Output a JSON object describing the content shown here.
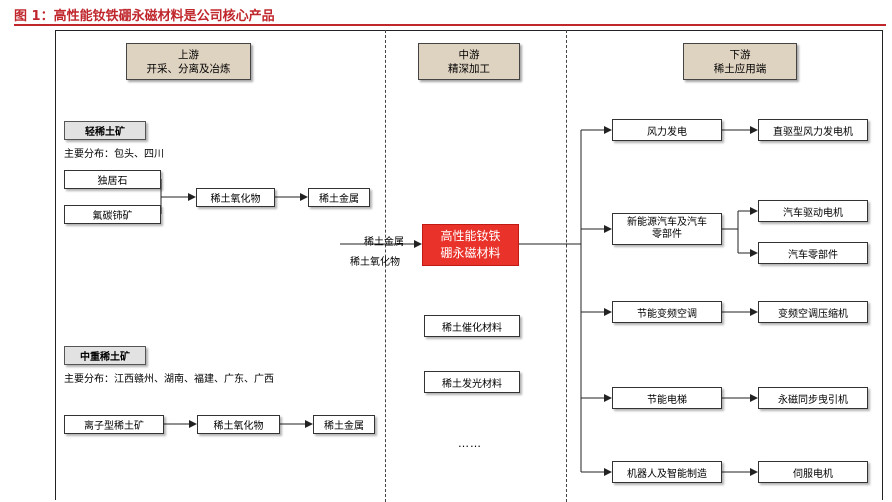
{
  "title": "图 1：高性能钕铁硼永磁材料是公司核心产品",
  "headers": {
    "upstream": {
      "name": "上游",
      "desc": "开采、分离及冶炼"
    },
    "midstream": {
      "name": "中游",
      "desc": "精深加工"
    },
    "downstream": {
      "name": "下游",
      "desc": "稀土应用端"
    }
  },
  "light": {
    "ore": "轻稀土矿",
    "distribution": "主要分布：包头、四川",
    "sources": [
      "独居石",
      "氟碳铈矿"
    ],
    "oxide": "稀土氧化物",
    "metal": "稀土金属"
  },
  "heavy": {
    "ore": "中重稀土矿",
    "distribution": "主要分布：江西赣州、湖南、福建、广东、广西",
    "source": "离子型稀土矿",
    "oxide": "稀土氧化物",
    "metal": "稀土金属"
  },
  "inputs": {
    "top": "稀土金属",
    "bottom": "稀土氧化物"
  },
  "core": {
    "line1": "高性能钕铁",
    "line2": "硼永磁材料"
  },
  "mid_products": [
    "稀土催化材料",
    "稀土发光材料"
  ],
  "ellipsis": "……",
  "applications": [
    {
      "name_lines": [
        "风力发电"
      ],
      "products": [
        "直驱型风力发电机"
      ]
    },
    {
      "name_lines": [
        "新能源汽车及汽车",
        "零部件"
      ],
      "products": [
        "汽车驱动电机",
        "汽车零部件"
      ]
    },
    {
      "name_lines": [
        "节能变频空调"
      ],
      "products": [
        "变频空调压缩机"
      ]
    },
    {
      "name_lines": [
        "节能电梯"
      ],
      "products": [
        "永磁同步曳引机"
      ]
    },
    {
      "name_lines": [
        "机器人及智能制造"
      ],
      "products": [
        "伺服电机"
      ]
    }
  ]
}
